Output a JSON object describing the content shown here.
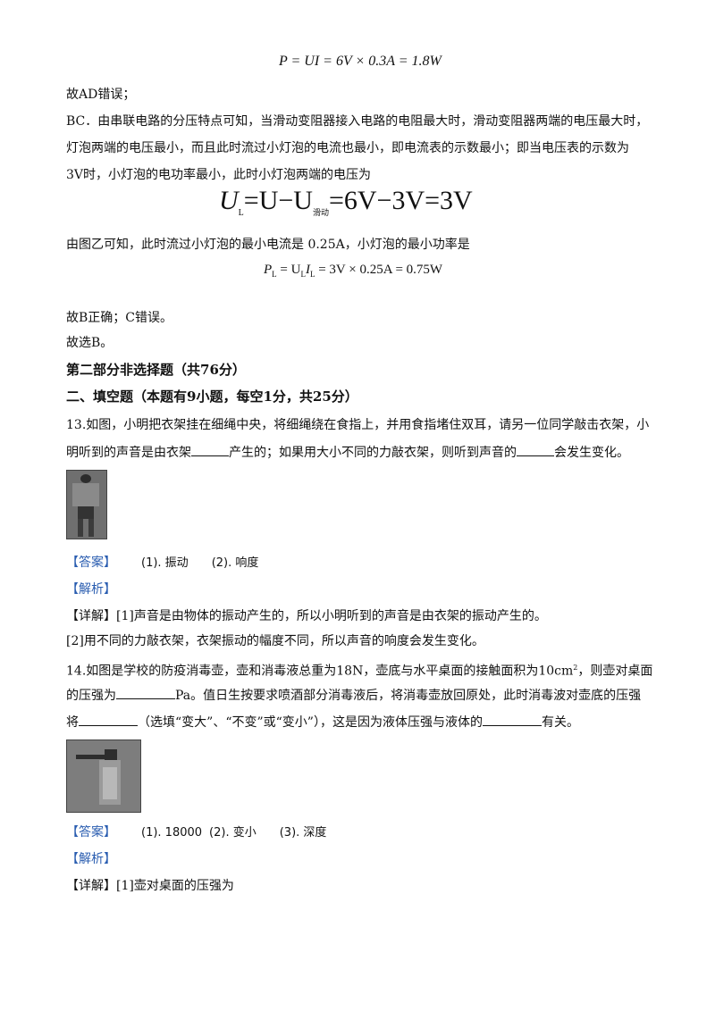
{
  "formula1": "P = UI = 6V × 0.3A = 1.8W",
  "line_ad_wrong": "故AD错误；",
  "bc_para_1": "BC．由串联电路的分压特点可知，当滑动变阻器接入电路的电阻最大时，滑动变阻器两端的电压最大时，",
  "bc_para_2": "灯泡两端的电压最小，而且此时流过小灯泡的电流也最小，即电流表的示数最小；即当电压表的示数为",
  "bc_para_3": "3V时，小灯泡的电功率最小，此时小灯泡两端的电压为",
  "formula2": {
    "U": "U",
    "sub_L": "L",
    "rest_a": "=U−U",
    "sub_slide": "滑动",
    "rest_b": "=6V−3V=3V"
  },
  "line_fig_b": "由图乙可知，此时流过小灯泡的最小电流是 0.25A，小灯泡的最小功率是",
  "formula3": {
    "P": "P",
    "sub_L1": "L",
    "eq1": " = U",
    "sub_L2": "L",
    "I": "I",
    "sub_L3": "L",
    "rest": " = 3V × 0.25A = 0.75W"
  },
  "line_b_correct": "故B正确；C错误。",
  "line_choose_b": "故选B。",
  "section_part2": "第二部分非选择题（共76分）",
  "section_fill": "二、填空题（本题有9小题，每空1分，共25分）",
  "q13": {
    "line1": "13.如图，小明把衣架挂在细绳中央，将细绳绕在食指上，并用食指堵住双耳，请另一位同学敲击衣架，小",
    "line2_a": "明听到的声音是由衣架",
    "line2_b": "产生的；如果用大小不同的力敲衣架，则听到声音的",
    "line2_c": "会发生变化。",
    "answer_tag": "【答案】",
    "answer_1": "(1). 振动",
    "answer_2": "(2). 响度",
    "analysis_tag": "【解析】",
    "detail_tag": "【详解】",
    "detail_1": "[1]声音是由物体的振动产生的，所以小明听到的声音是由衣架的振动产生的。",
    "detail_2": "[2]用不同的力敲衣架，衣架振动的幅度不同，所以声音的响度会发生变化。"
  },
  "q14": {
    "line1_a": "14.如图是学校的防疫消毒壶，壶和消毒液总重为18N，壶底与水平桌面的接触面积为10cm",
    "line1_sup": "2",
    "line1_b": "，则壶对桌面",
    "line2_a": "的压强为",
    "line2_b": "Pa。值日生按要求喷酒部分消毒液后，将消毒壶放回原处，此时消毒波对壶底的压强",
    "line3_a": "将",
    "line3_b": "（选填“变大”、“不变”或“变小”），这是因为液体压强与液体的",
    "line3_c": "有关。",
    "answer_tag": "【答案】",
    "answer_1": "(1). 18000",
    "answer_2": "(2). 变小",
    "answer_3": "(3). 深度",
    "analysis_tag": "【解析】",
    "detail_tag": "【详解】",
    "detail_1": "[1]壶对桌面的压强为"
  }
}
